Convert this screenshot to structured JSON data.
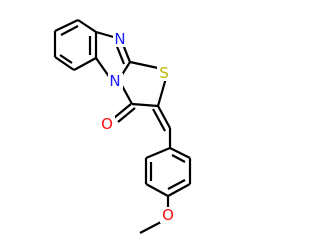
{
  "molecule": {
    "colors": {
      "bond": "#000000",
      "N": "#1a1aff",
      "S": "#b8b800",
      "O": "#ff0d0d"
    },
    "atoms": {
      "n_imine": "N",
      "n_bridge": "N",
      "s_thiazole": "S",
      "o_carbonyl": "O",
      "o_methoxy": "O"
    }
  }
}
